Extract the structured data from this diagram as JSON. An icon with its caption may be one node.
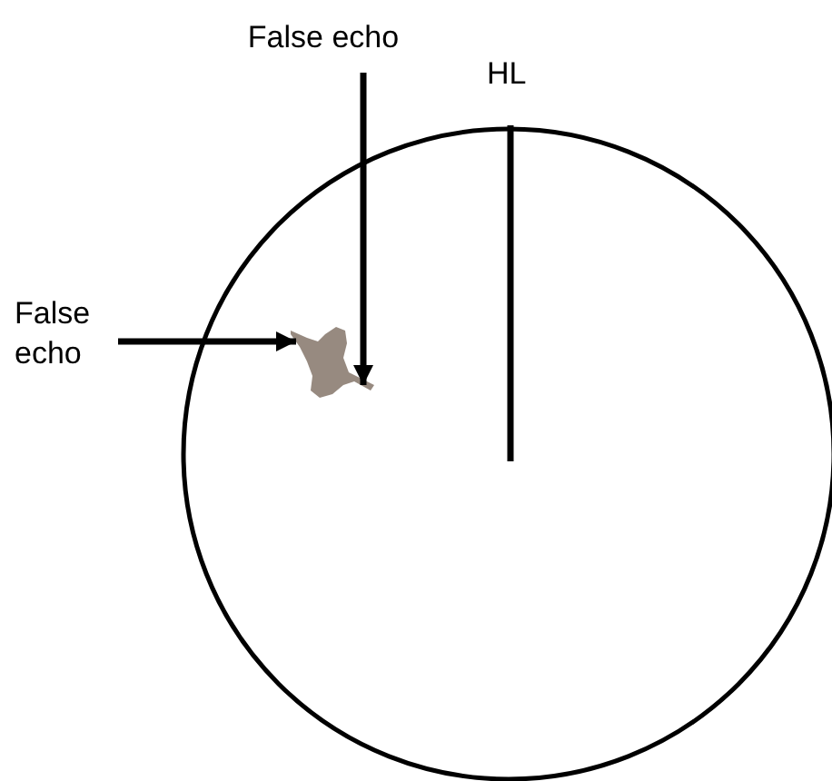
{
  "diagram": {
    "nodes": [
      {
        "text": [
          "False echo"
        ]
      },
      {
        "text": [
          "False echo"
        ]
      },
      {
        "text": [],
        "shape": "picture"
      }
    ],
    "edges": [
      {
        "from": 0,
        "to": 2,
        "arrow": "to"
      },
      {
        "from": 1,
        "to": 2,
        "arrow": "to"
      }
    ],
    "labels": [
      "HL"
    ]
  }
}
